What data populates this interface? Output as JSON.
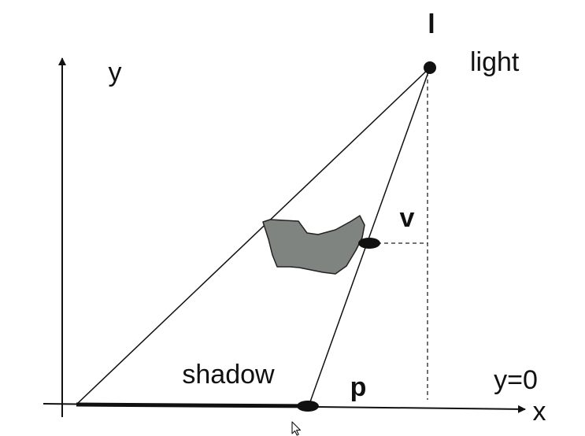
{
  "diagram": {
    "labels": {
      "light_point": "l",
      "light": "light",
      "y_axis": "y",
      "x_axis": "x",
      "vertex": "v",
      "projected_point": "p",
      "shadow": "shadow",
      "ground_plane": "y=0"
    },
    "colors": {
      "ink": "#111111",
      "occluder_fill": "#7f8480",
      "occluder_stroke": "#222222",
      "background": "#ffffff"
    }
  }
}
